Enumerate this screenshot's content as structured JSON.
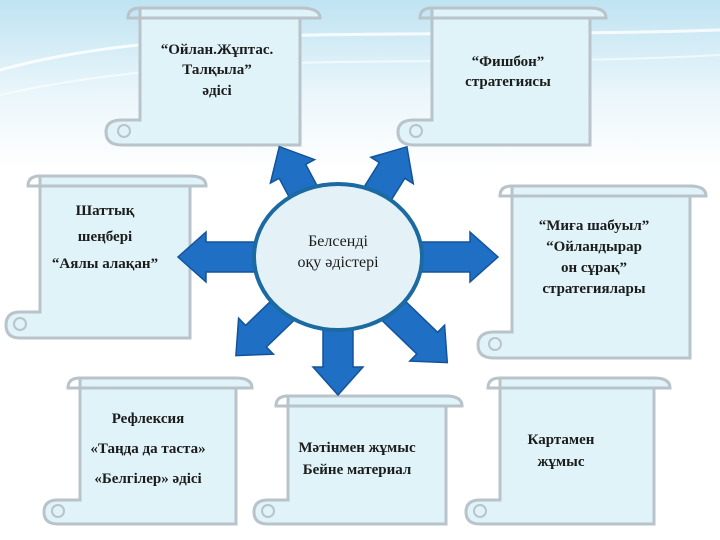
{
  "center": {
    "line1": "Белсенді",
    "line2": "оқу әдістері"
  },
  "nodes": {
    "top_left": [
      "“Ойлан.Жұптас.",
      "Талқыла”",
      "әдісі"
    ],
    "top_right": [
      "“Фишбон”",
      "стратегиясы"
    ],
    "left": [
      "Шаттық",
      "шеңбері",
      "“Аялы алақан”"
    ],
    "right": [
      "“Миға шабуыл”",
      "“Ойландырар",
      "он сұрақ”",
      "стратегиялары"
    ],
    "bottom_left": [
      "Рефлексия",
      "«Таңда да таста»",
      "«Белгілер» әдісі"
    ],
    "bottom_center": [
      "Мәтінмен жұмыс",
      "Бейне материал"
    ],
    "bottom_right": [
      "Картамен",
      "жұмыс"
    ]
  },
  "colors": {
    "scroll_fill": "#dff3f8",
    "scroll_edge": "#b9c3ca",
    "arrow_fill": "#1f6fc4",
    "arrow_edge": "#13539a",
    "ellipse_fill": "#e4f2f7",
    "ellipse_edge": "#1c6aa2"
  }
}
